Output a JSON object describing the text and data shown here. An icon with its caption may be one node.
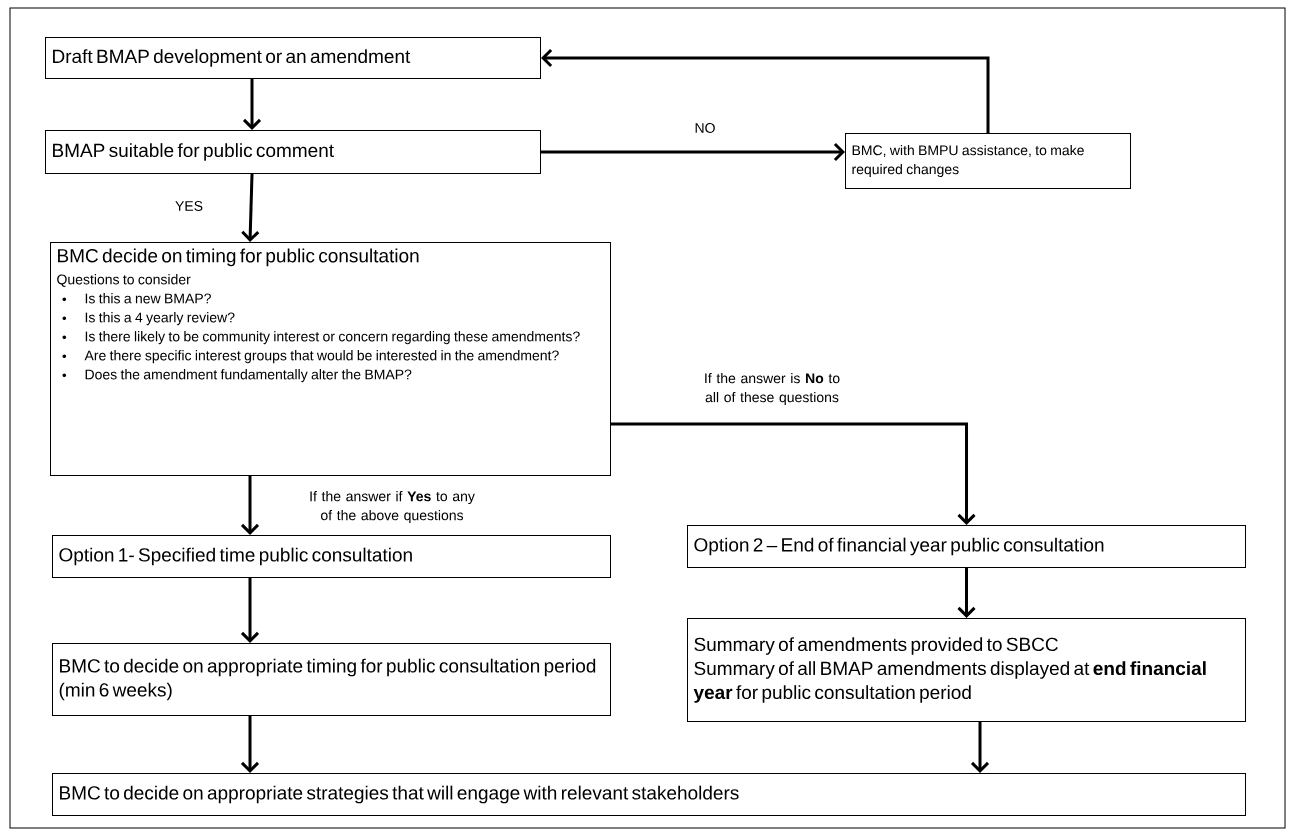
{
  "diagram": {
    "nodes": [
      {
        "text": [
          "Draft BMAP development or an amendment"
        ]
      },
      {
        "text": [
          "BMAP suitable for public comment"
        ]
      },
      {
        "text": [
          "BMC, with BMPU assistance, to make required changes"
        ]
      },
      {
        "text": [
          "BMC decide on timing for public consultation",
          "Questions to consider",
          "Is this a new BMAP?",
          "Is this a 4 yearly review?",
          "Is there likely to be community interest or concern regarding these amendments?",
          "Are there specific interest groups that would be interested in the amendment?",
          "Does the amendment fundamentally alter the BMAP?"
        ]
      },
      {
        "text": [
          "Option 1- Specified time public consultation"
        ]
      },
      {
        "text": [
          "Option 2 – End of financial year public consultation"
        ]
      },
      {
        "text": [
          "BMC to decide on appropriate timing for public consultation period (min 6 weeks)"
        ]
      },
      {
        "text": [
          "Summary of amendments provided to SBCC",
          "Summary of all BMAP amendments displayed at **end financial year** for public consultation period"
        ]
      },
      {
        "text": [
          "BMC to decide on appropriate strategies that will engage with relevant stakeholders"
        ]
      }
    ],
    "edges": [
      {
        "from": 0,
        "to": 1,
        "arrow": "to"
      },
      {
        "from": 1,
        "to": 2,
        "arrow": "to",
        "label": "NO"
      },
      {
        "from": 2,
        "to": 0,
        "arrow": "to"
      },
      {
        "from": 1,
        "to": 3,
        "arrow": "to",
        "label": "YES"
      },
      {
        "from": 3,
        "to": 5,
        "arrow": "to",
        "label": "If the answer is **No** to all of these questions"
      },
      {
        "from": 3,
        "to": 4,
        "arrow": "to",
        "label": "If the answer if **Yes** to any of the above questions"
      },
      {
        "from": 4,
        "to": 6,
        "arrow": "to"
      },
      {
        "from": 5,
        "to": 7,
        "arrow": "to"
      },
      {
        "from": 6,
        "to": 8,
        "arrow": "to"
      },
      {
        "from": 7,
        "to": 8,
        "arrow": "to"
      }
    ]
  }
}
